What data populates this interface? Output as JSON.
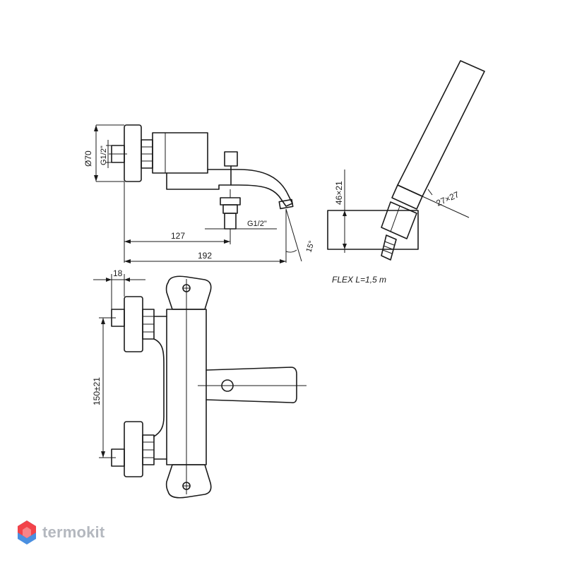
{
  "dimensions": {
    "diameter": "Ø70",
    "thread_left": "G1/2\"",
    "d127": "127",
    "d192": "192",
    "thread_outlet": "G1/2\"",
    "angle": "15°",
    "size_46": "46×21",
    "size_27": "27×27",
    "d18": "18",
    "d150": "150±21"
  },
  "notes": {
    "flex": "FLEX L=1,5 m"
  },
  "brand": {
    "name": "termokit",
    "color": "#b4b8bf",
    "accent_red": "#f2434a",
    "accent_blue": "#4a8fe0"
  }
}
